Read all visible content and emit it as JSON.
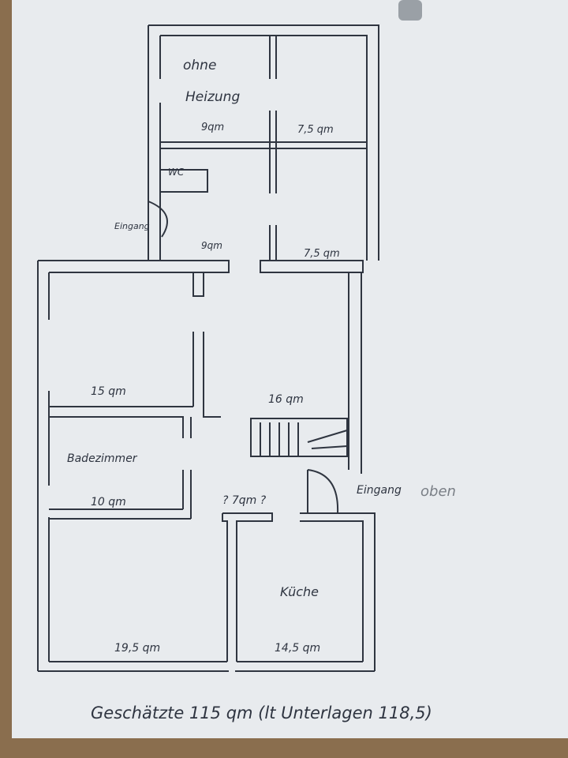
{
  "plan": {
    "rooms": [
      {
        "id": "ohne-heizung",
        "label": "ohne Heizung",
        "area": "9qm"
      },
      {
        "id": "top-right",
        "area": "7,5 qm"
      },
      {
        "id": "hall-top-left",
        "area": "9qm"
      },
      {
        "id": "hall-top-right",
        "area": "7,5 qm"
      },
      {
        "id": "room-15",
        "area": "15 qm"
      },
      {
        "id": "room-16",
        "area": "16 qm"
      },
      {
        "id": "bad",
        "label": "Badezimmer",
        "area": "10 qm"
      },
      {
        "id": "flur",
        "area": "? 7qm ?"
      },
      {
        "id": "room-19",
        "area": "19,5 qm"
      },
      {
        "id": "kueche",
        "label": "Küche",
        "area": "14,5 qm"
      }
    ],
    "wc_label": "WC",
    "entrance_label": "Eingang",
    "entrance_top_label_ink": "Eingang",
    "entrance_top_label_pencil": "oben",
    "footer": "Geschätzte 115 qm (lt Unterlagen 118,5)"
  },
  "colors": {
    "paper": "#e8ebee",
    "ink": "#2f3540",
    "cardboard": "#8a6e4e"
  }
}
